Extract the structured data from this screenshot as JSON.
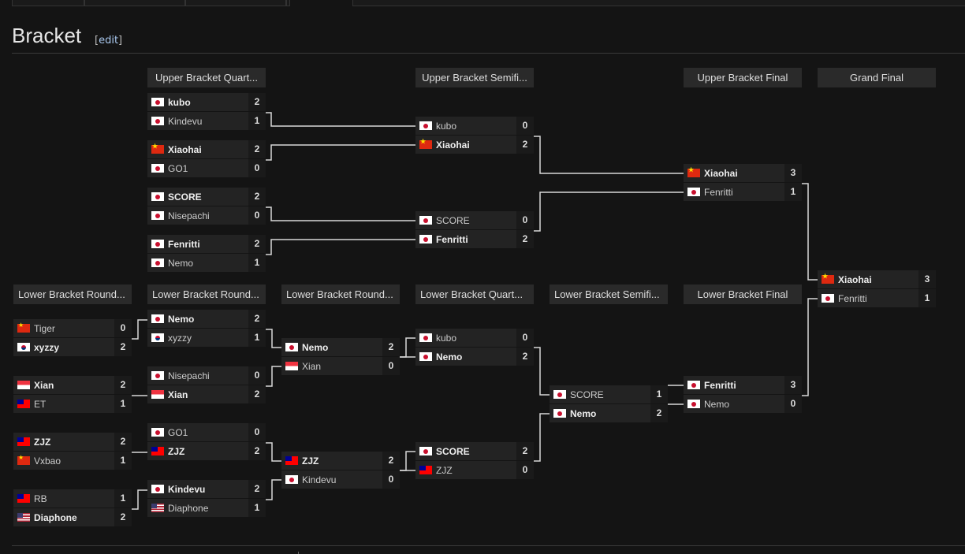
{
  "page": {
    "title": "Bracket",
    "edit_open": "[",
    "edit_label": "edit",
    "edit_close": "]"
  },
  "headers": {
    "ub_qf": "Upper Bracket Quart...",
    "ub_sf": "Upper Bracket Semifi...",
    "ub_f": "Upper Bracket Final",
    "gf": "Grand Final",
    "lb_r1": "Lower Bracket Round...",
    "lb_r2": "Lower Bracket Round...",
    "lb_r3": "Lower Bracket Round...",
    "lb_qf": "Lower Bracket Quart...",
    "lb_sf": "Lower Bracket Semifi...",
    "lb_f": "Lower Bracket Final"
  },
  "matches": {
    "ubqf1": [
      {
        "name": "kubo",
        "flag": "jp",
        "score": "2",
        "win": true
      },
      {
        "name": "Kindevu",
        "flag": "jp",
        "score": "1",
        "win": false
      }
    ],
    "ubqf2": [
      {
        "name": "Xiaohai",
        "flag": "cn",
        "score": "2",
        "win": true
      },
      {
        "name": "GO1",
        "flag": "jp",
        "score": "0",
        "win": false
      }
    ],
    "ubqf3": [
      {
        "name": "SCORE",
        "flag": "jp",
        "score": "2",
        "win": true
      },
      {
        "name": "Nisepachi",
        "flag": "jp",
        "score": "0",
        "win": false
      }
    ],
    "ubqf4": [
      {
        "name": "Fenritti",
        "flag": "jp",
        "score": "2",
        "win": true
      },
      {
        "name": "Nemo",
        "flag": "jp",
        "score": "1",
        "win": false
      }
    ],
    "ubsf1": [
      {
        "name": "kubo",
        "flag": "jp",
        "score": "0",
        "win": false
      },
      {
        "name": "Xiaohai",
        "flag": "cn",
        "score": "2",
        "win": true
      }
    ],
    "ubsf2": [
      {
        "name": "SCORE",
        "flag": "jp",
        "score": "0",
        "win": false
      },
      {
        "name": "Fenritti",
        "flag": "jp",
        "score": "2",
        "win": true
      }
    ],
    "ubf": [
      {
        "name": "Xiaohai",
        "flag": "cn",
        "score": "3",
        "win": true
      },
      {
        "name": "Fenritti",
        "flag": "jp",
        "score": "1",
        "win": false
      }
    ],
    "gf": [
      {
        "name": "Xiaohai",
        "flag": "cn",
        "score": "3",
        "win": true
      },
      {
        "name": "Fenritti",
        "flag": "jp",
        "score": "1",
        "win": false
      }
    ],
    "lbr1a": [
      {
        "name": "Tiger",
        "flag": "cn",
        "score": "0",
        "win": false
      },
      {
        "name": "xyzzy",
        "flag": "kr",
        "score": "2",
        "win": true
      }
    ],
    "lbr1b": [
      {
        "name": "Xian",
        "flag": "sg",
        "score": "2",
        "win": true
      },
      {
        "name": "ET",
        "flag": "tw",
        "score": "1",
        "win": false
      }
    ],
    "lbr1c": [
      {
        "name": "ZJZ",
        "flag": "tw",
        "score": "2",
        "win": true
      },
      {
        "name": "Vxbao",
        "flag": "cn",
        "score": "1",
        "win": false
      }
    ],
    "lbr1d": [
      {
        "name": "RB",
        "flag": "tw",
        "score": "1",
        "win": false
      },
      {
        "name": "Diaphone",
        "flag": "us",
        "score": "2",
        "win": true
      }
    ],
    "lbr2a": [
      {
        "name": "Nemo",
        "flag": "jp",
        "score": "2",
        "win": true
      },
      {
        "name": "xyzzy",
        "flag": "kr",
        "score": "1",
        "win": false
      }
    ],
    "lbr2b": [
      {
        "name": "Nisepachi",
        "flag": "jp",
        "score": "0",
        "win": false
      },
      {
        "name": "Xian",
        "flag": "sg",
        "score": "2",
        "win": true
      }
    ],
    "lbr2c": [
      {
        "name": "GO1",
        "flag": "jp",
        "score": "0",
        "win": false
      },
      {
        "name": "ZJZ",
        "flag": "tw",
        "score": "2",
        "win": true
      }
    ],
    "lbr2d": [
      {
        "name": "Kindevu",
        "flag": "jp",
        "score": "2",
        "win": true
      },
      {
        "name": "Diaphone",
        "flag": "us",
        "score": "1",
        "win": false
      }
    ],
    "lbr3a": [
      {
        "name": "Nemo",
        "flag": "jp",
        "score": "2",
        "win": true
      },
      {
        "name": "Xian",
        "flag": "sg",
        "score": "0",
        "win": false
      }
    ],
    "lbr3b": [
      {
        "name": "ZJZ",
        "flag": "tw",
        "score": "2",
        "win": true
      },
      {
        "name": "Kindevu",
        "flag": "jp",
        "score": "0",
        "win": false
      }
    ],
    "lbqf1": [
      {
        "name": "kubo",
        "flag": "jp",
        "score": "0",
        "win": false
      },
      {
        "name": "Nemo",
        "flag": "jp",
        "score": "2",
        "win": true
      }
    ],
    "lbqf2": [
      {
        "name": "SCORE",
        "flag": "jp",
        "score": "2",
        "win": true
      },
      {
        "name": "ZJZ",
        "flag": "tw",
        "score": "0",
        "win": false
      }
    ],
    "lbsf": [
      {
        "name": "SCORE",
        "flag": "jp",
        "score": "1",
        "win": false
      },
      {
        "name": "Nemo",
        "flag": "jp",
        "score": "2",
        "win": true
      }
    ],
    "lbf": [
      {
        "name": "Fenritti",
        "flag": "jp",
        "score": "3",
        "win": true
      },
      {
        "name": "Nemo",
        "flag": "jp",
        "score": "0",
        "win": false
      }
    ]
  }
}
